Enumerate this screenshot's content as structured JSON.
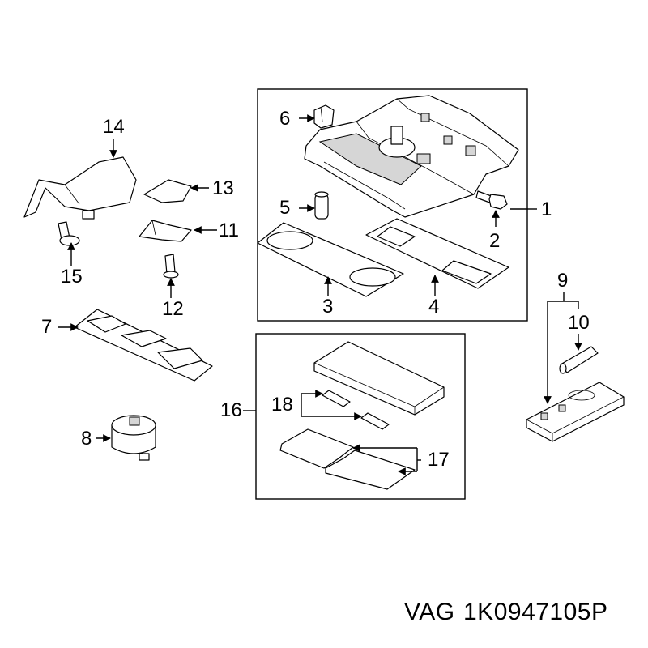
{
  "callouts": {
    "n1": "1",
    "n2": "2",
    "n3": "3",
    "n4": "4",
    "n5": "5",
    "n6": "6",
    "n7": "7",
    "n8": "8",
    "n9": "9",
    "n10": "10",
    "n11": "11",
    "n12": "12",
    "n13": "13",
    "n14": "14",
    "n15": "15",
    "n16": "16",
    "n17": "17",
    "n18": "18"
  },
  "footer": {
    "brand": "VAG",
    "part_number": "1K0947105P"
  }
}
